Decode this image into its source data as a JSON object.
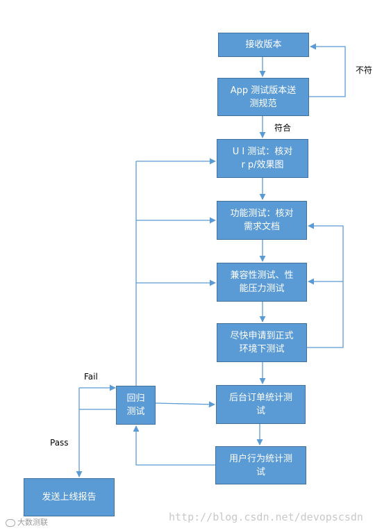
{
  "nodes": {
    "receive": "接收版本",
    "app_test": "App 测试版本送\n测规范",
    "ui_test": "U I 测试：核对\nr p/效果图",
    "func_test": "功能测试：核对\n需求文档",
    "compat_test": "兼容性测试、性\n能压力测试",
    "env_test": "尽快申请到正式\n环境下测试",
    "backend_stats": "后台订单统计测\n试",
    "user_stats": "用户行为统计测\n试",
    "regression": "回归\n测试",
    "report": "发送上线报告"
  },
  "labels": {
    "not_match": "不符",
    "match": "符合",
    "fail": "Fail",
    "pass": "Pass"
  },
  "watermark": "http://blog.csdn.net/devopscsdn",
  "logo_text": "大数测联",
  "colors": {
    "node_fill": "#5b9bd5",
    "node_border": "#41719c",
    "connector": "#5b9bd5"
  }
}
